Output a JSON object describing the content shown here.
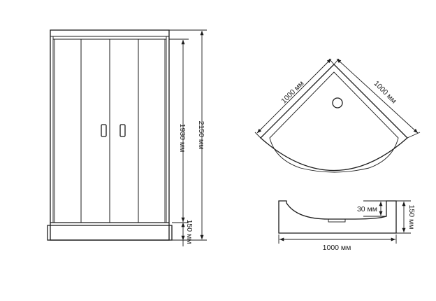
{
  "front_view": {
    "dim_total": "2150 мм",
    "dim_door": "1930 мм",
    "dim_base": "150 мм"
  },
  "top_view": {
    "dim_side_left": "1000 мм",
    "dim_side_right": "1000 мм"
  },
  "side_view": {
    "dim_width": "1000 мм",
    "dim_depth": "30 мм",
    "dim_height": "150 мм"
  }
}
